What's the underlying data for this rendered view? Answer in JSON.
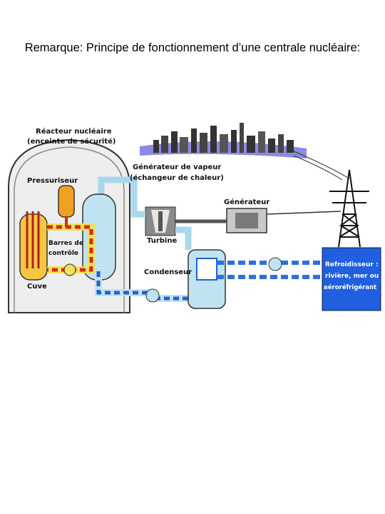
{
  "title": "Remarque: Principe de fonctionnement d’une centrale nucléaire:",
  "labels": {
    "reactor_line1": "Réacteur nucléaire",
    "reactor_line2": "(enceinte de sécurité)",
    "pressurizer": "Pressuriseur",
    "steam_gen_line1": "Générateur de vapeur",
    "steam_gen_line2": "(échangeur de chaleur)",
    "generator": "Générateur",
    "turbine": "Turbine",
    "control_rods_line1": "Barres de",
    "control_rods_line2": "contrôle",
    "vessel": "Cuve",
    "condenser": "Condenseur",
    "cooler_line1": "Refroidisseur :",
    "cooler_line2": "rivière, mer ou",
    "cooler_line3": "aéroréfrigérant"
  },
  "colors": {
    "primary_loop": "#d42a1a",
    "secondary_loop": "#1e63d6",
    "cooling_water": "#2d6fe0",
    "steam": "#a9d8ec",
    "containment": "#f0f0f0",
    "cooler_box": "#1f5fe0"
  }
}
